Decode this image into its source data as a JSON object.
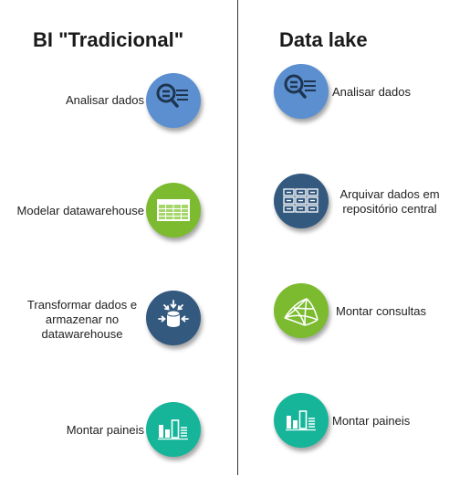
{
  "titles": {
    "left": "BI \"Tradicional\"",
    "right": "Data lake"
  },
  "colors": {
    "blue_light": "#5b8fd0",
    "green": "#7cbb2f",
    "navy": "#34597e",
    "teal": "#16b59a"
  },
  "left_steps": [
    {
      "label": "Analisar dados",
      "icon": "analyze-icon",
      "color": "#5b8fd0"
    },
    {
      "label": "Modelar datawarehouse",
      "icon": "table-grid-icon",
      "color": "#7cbb2f"
    },
    {
      "label": "Transformar dados e armazenar no datawarehouse",
      "icon": "database-ingest-icon",
      "color": "#34597e"
    },
    {
      "label": "Montar paineis",
      "icon": "dashboard-icon",
      "color": "#16b59a"
    }
  ],
  "right_steps": [
    {
      "label": "Analisar dados",
      "icon": "analyze-icon",
      "color": "#5b8fd0"
    },
    {
      "label": "Arquivar dados em repositório central",
      "icon": "storage-grid-icon",
      "color": "#34597e"
    },
    {
      "label": "Montar consultas",
      "icon": "network-mesh-icon",
      "color": "#7cbb2f"
    },
    {
      "label": "Montar paineis",
      "icon": "dashboard-icon",
      "color": "#16b59a"
    }
  ]
}
